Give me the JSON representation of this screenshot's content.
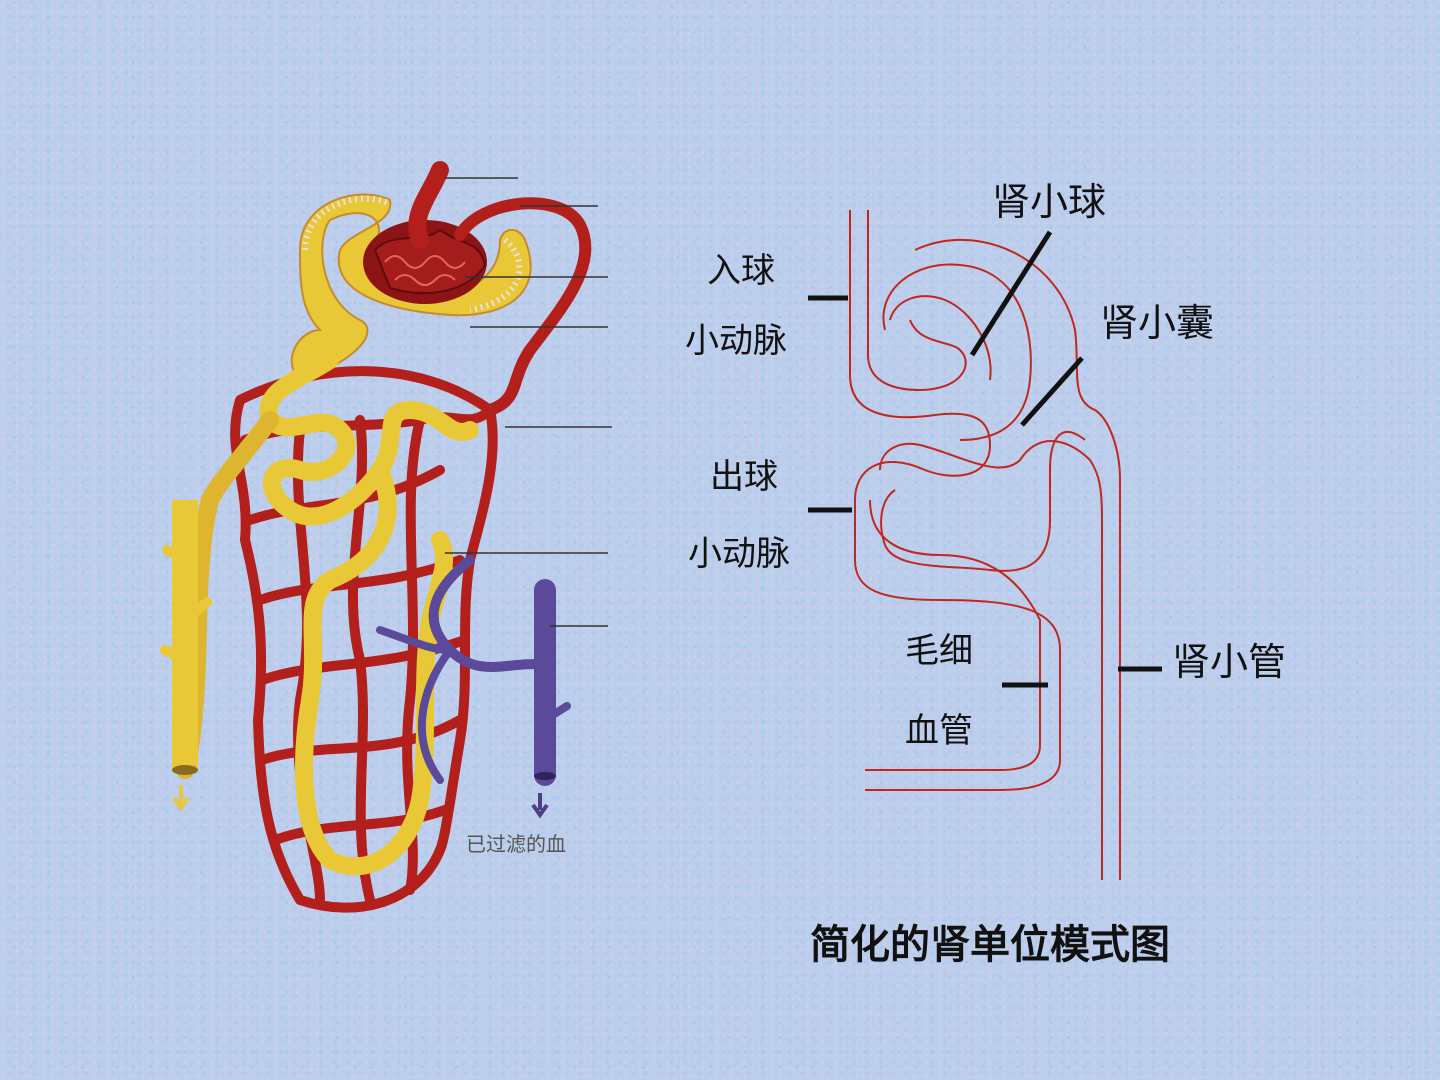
{
  "left_figure": {
    "caption": "已过滤的血"
  },
  "schematic": {
    "labels": {
      "afferent_line1": "入球",
      "afferent_line2": "小动脉",
      "glomerulus": "肾小球",
      "capsule": "肾小囊",
      "efferent_line1": "出球",
      "efferent_line2": "小动脉",
      "capillary_line1": "毛细",
      "capillary_line2": "血管",
      "tubule": "肾小管"
    },
    "title": "简化的肾单位模式图"
  },
  "colors": {
    "artery": "#b3201c",
    "tubule": "#e9c838",
    "vein": "#5b4a9a",
    "schematic_line": "#c0281e"
  }
}
